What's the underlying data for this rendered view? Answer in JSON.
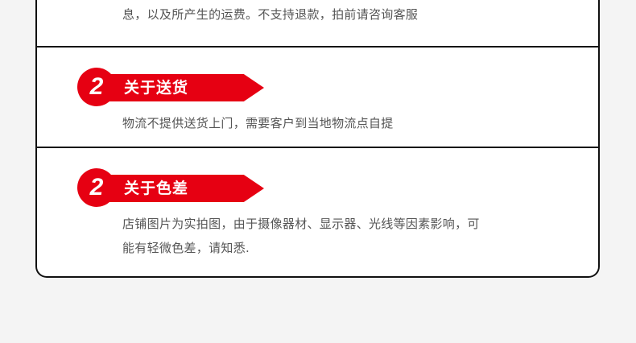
{
  "colors": {
    "accent": "#e60012",
    "page_background": "#f4f4f4",
    "card_background": "#ffffff",
    "border": "#111111",
    "body_text": "#555555"
  },
  "sections": [
    {
      "lines": [
        "息，以及所产生的运费。不支持退款，拍前请咨询客服"
      ]
    },
    {
      "badge_number": "2",
      "title": "关于送货",
      "lines": [
        "物流不提供送货上门，需要客户到当地物流点自提"
      ]
    },
    {
      "badge_number": "2",
      "title": "关于色差",
      "lines": [
        "店铺图片为实拍图，由于摄像器材、显示器、光线等因素影响，可",
        "能有轻微色差，请知悉."
      ]
    }
  ]
}
